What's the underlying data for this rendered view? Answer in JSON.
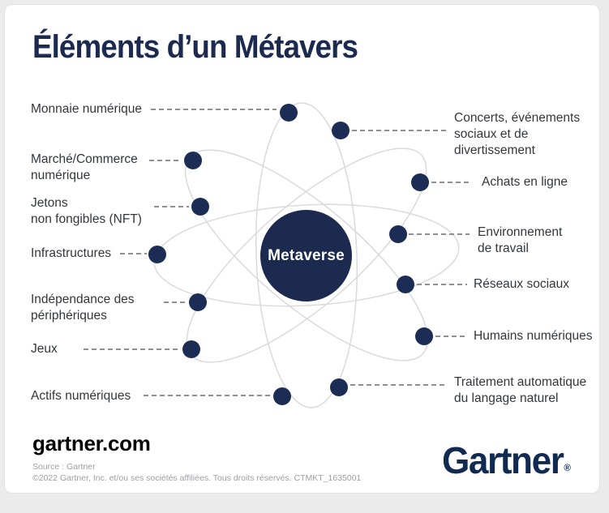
{
  "title": "Éléments d’un Métavers",
  "diagram": {
    "center_label": "Metaverse",
    "nodes": [
      "Monnaie numérique",
      "Marché/Commerce\nnumérique",
      "Jetons\nnon fongibles (NFT)",
      "Infrastructures",
      "Indépendance des\npériphériques",
      "Jeux",
      "Actifs numériques",
      "Concerts, événements\nsociaux et de\ndivertissement",
      "Achats en ligne",
      "Environnement\nde travail",
      "Réseaux sociaux",
      "Humains numériques",
      "Traitement automatique\ndu langage naturel"
    ]
  },
  "footer": {
    "site": "gartner.com",
    "source": "Source : Gartner",
    "copyright": "©2022 Gartner, Inc. et/ou ses sociétés affiliées. Tous droits réservés. CTMKT_1635001",
    "brand": "Gartner",
    "registered": "®"
  },
  "colors": {
    "navy": "#1b2a4e",
    "node_dot": "#1c2d55",
    "orbit_line": "#d9dadd",
    "connector": "#8d9196",
    "label_text": "#33363d",
    "muted_text": "#9c9ea3",
    "card_bg": "#ffffff",
    "page_bg": "#ebebec"
  }
}
